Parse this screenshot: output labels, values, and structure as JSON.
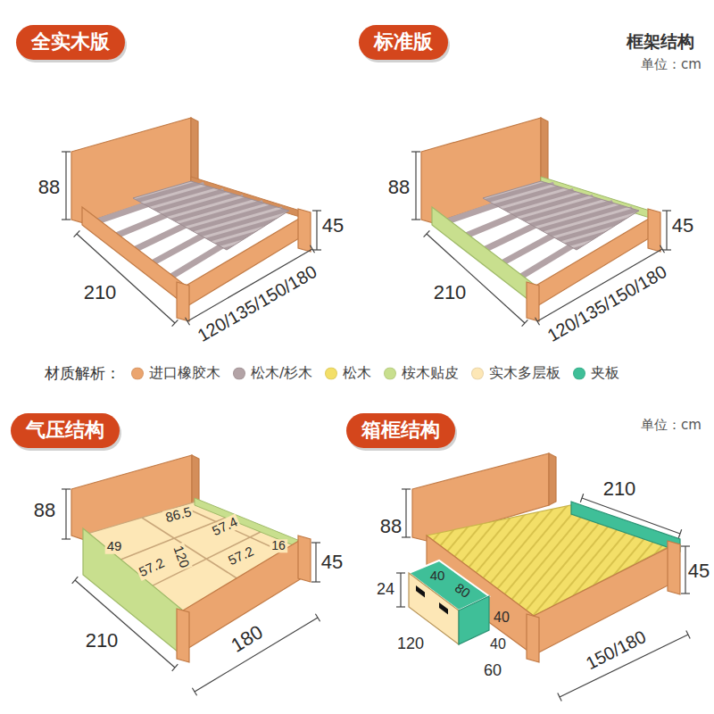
{
  "diagram": {
    "nodes": [
      {
        "text": [
          "全实木版"
        ]
      },
      {
        "text": [
          "标准版"
        ]
      },
      {
        "text": [
          "气压结构"
        ]
      },
      {
        "text": [
          "箱框结构"
        ]
      }
    ],
    "labels": [
      "框架结构",
      "单位：cm",
      "88",
      "45",
      "210",
      "120/135/150/180",
      "88",
      "45",
      "210",
      "120/135/150/180",
      "材质解析：",
      "单位：cm",
      "88",
      "86.5",
      "57.4",
      "49",
      "120",
      "57.2",
      "57.2",
      "16",
      "45",
      "210",
      "180",
      "88",
      "210",
      "24",
      "40",
      "80",
      "40",
      "40",
      "120",
      "60",
      "45",
      "150/180"
    ],
    "legend": [
      {
        "text": "进口橡胶木",
        "color": "#eba56f"
      },
      {
        "text": "松木/杉木",
        "color": "#b3a3a6"
      },
      {
        "text": "松木",
        "color": "#f3df68"
      },
      {
        "text": "桉木贴皮",
        "color": "#c8df8e"
      },
      {
        "text": "实木多层板",
        "color": "#fde7b6"
      },
      {
        "text": "夹板",
        "color": "#3fbf98"
      }
    ]
  }
}
